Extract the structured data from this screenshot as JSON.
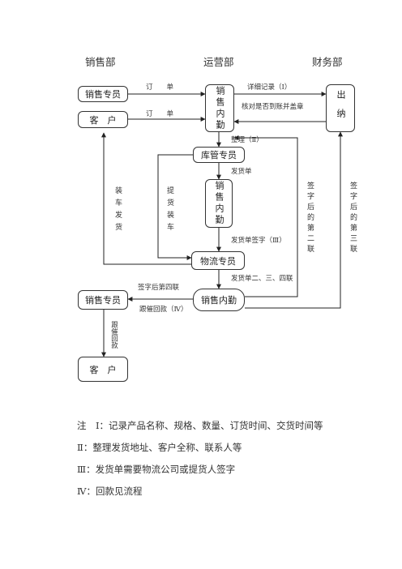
{
  "departments": {
    "sales": "销售部",
    "operations": "运营部",
    "finance": "财务部"
  },
  "nodes": {
    "sales_rep_top": "销售专员",
    "customer_top": "客　户",
    "sales_admin_top": "销售内勤",
    "cashier": "出纳",
    "warehouse": "库管专员",
    "sales_admin_mid": "销售内勤",
    "logistics": "物流专员",
    "sales_rep_bottom": "销售专员",
    "sales_admin_bottom": "销售内勤",
    "customer_bottom": "客　户"
  },
  "edges": {
    "order_from_rep": "订　　单",
    "order_from_customer": "订　　单",
    "detail_record": "详细记录（Ⅰ）",
    "verify_receipt": "核对是否到账并盖章",
    "organize": "整理（Ⅱ）",
    "delivery_note": "发货单",
    "load_ship": "装车发货",
    "pickup_load": "提货装车",
    "signed_2nd": "签字后的第二联",
    "signed_3rd": "签字后的第三联",
    "delivery_sign": "发货单签字（Ⅲ）",
    "delivery_copies": "发货单二、三、四联",
    "signed_4th": "签字后第四联",
    "follow_up_payment": "跟催回款（Ⅳ）",
    "follow_up_payment_vertical": "跟催回款"
  },
  "notes": [
    "注　Ⅰ：记录产品名称、规格、数量、订货时间、交货时间等",
    "Ⅱ：整理发货地址、客户全称、联系人等",
    "Ⅲ：发货单需要物流公司或提货人签字",
    "Ⅳ：回款见流程"
  ]
}
